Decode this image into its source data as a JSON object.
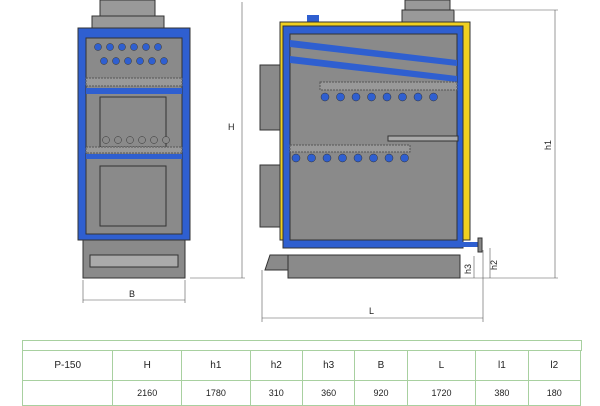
{
  "diagram": {
    "labels": {
      "H": "H",
      "h1": "h1",
      "h2": "h2",
      "h3": "h3",
      "B": "B",
      "L": "L"
    }
  },
  "table": {
    "model": "P-150",
    "headers": [
      "H",
      "h1",
      "h2",
      "h3",
      "B",
      "L",
      "l1",
      "l2"
    ],
    "values": [
      "2160",
      "1780",
      "310",
      "360",
      "920",
      "1720",
      "380",
      "180"
    ]
  },
  "colors": {
    "body": "#8a8a8a",
    "water_jacket": "#2f5fd0",
    "insulation": "#f0d020",
    "grid": "#a8d0a0"
  }
}
